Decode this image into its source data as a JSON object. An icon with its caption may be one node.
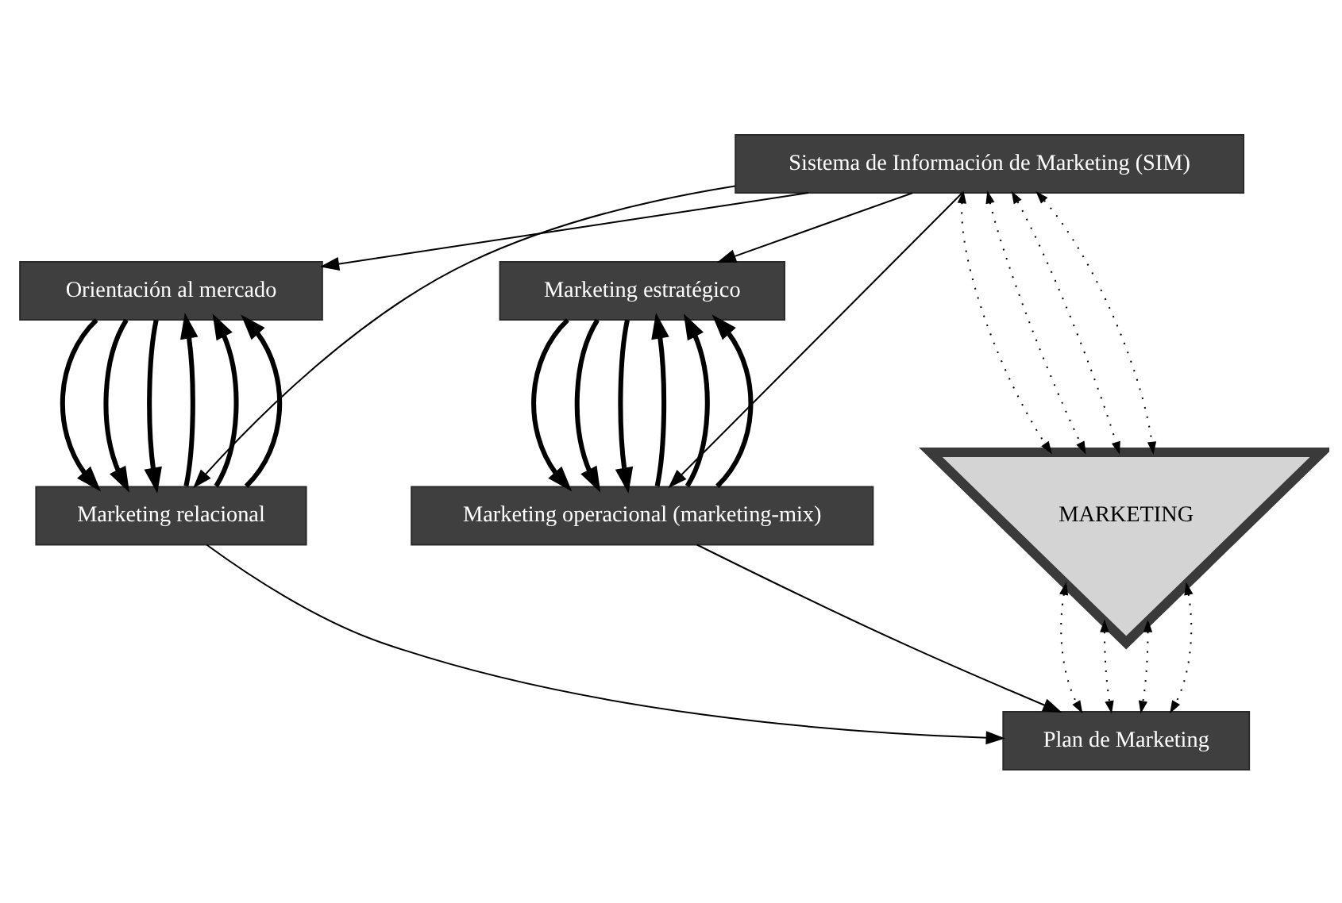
{
  "diagram": {
    "nodes": [
      {
        "text": [
          "Sistema de Información de Marketing (SIM)"
        ]
      },
      {
        "text": [
          "Orientación al mercado"
        ]
      },
      {
        "text": [
          "Marketing estratégico"
        ]
      },
      {
        "text": [
          "Marketing relacional"
        ]
      },
      {
        "text": [
          "Marketing operacional (marketing-mix)"
        ]
      },
      {
        "text": [
          "MARKETING"
        ]
      },
      {
        "text": [
          "Plan de Marketing"
        ]
      }
    ],
    "edges": [
      {
        "from": 0,
        "to": 1,
        "arrow": "to"
      },
      {
        "from": 0,
        "to": 2,
        "arrow": "to"
      },
      {
        "from": 0,
        "to": 3,
        "arrow": "to"
      },
      {
        "from": 0,
        "to": 4,
        "arrow": "to"
      },
      {
        "from": 1,
        "to": 3,
        "arrow": "to",
        "style": "thick"
      },
      {
        "from": 1,
        "to": 3,
        "arrow": "to",
        "style": "thick"
      },
      {
        "from": 1,
        "to": 3,
        "arrow": "to",
        "style": "thick"
      },
      {
        "from": 3,
        "to": 1,
        "arrow": "to",
        "style": "thick"
      },
      {
        "from": 3,
        "to": 1,
        "arrow": "to",
        "style": "thick"
      },
      {
        "from": 3,
        "to": 1,
        "arrow": "to",
        "style": "thick"
      },
      {
        "from": 2,
        "to": 4,
        "arrow": "to",
        "style": "thick"
      },
      {
        "from": 2,
        "to": 4,
        "arrow": "to",
        "style": "thick"
      },
      {
        "from": 2,
        "to": 4,
        "arrow": "to",
        "style": "thick"
      },
      {
        "from": 4,
        "to": 2,
        "arrow": "to",
        "style": "thick"
      },
      {
        "from": 4,
        "to": 2,
        "arrow": "to",
        "style": "thick"
      },
      {
        "from": 4,
        "to": 2,
        "arrow": "to",
        "style": "thick"
      },
      {
        "from": 0,
        "to": 5,
        "arrow": "both",
        "style": "dashed"
      },
      {
        "from": 0,
        "to": 5,
        "arrow": "both",
        "style": "dashed"
      },
      {
        "from": 0,
        "to": 5,
        "arrow": "both",
        "style": "dashed"
      },
      {
        "from": 0,
        "to": 5,
        "arrow": "both",
        "style": "dashed"
      },
      {
        "from": 5,
        "to": 6,
        "arrow": "both",
        "style": "dashed"
      },
      {
        "from": 5,
        "to": 6,
        "arrow": "both",
        "style": "dashed"
      },
      {
        "from": 5,
        "to": 6,
        "arrow": "both",
        "style": "dashed"
      },
      {
        "from": 5,
        "to": 6,
        "arrow": "both",
        "style": "dashed"
      },
      {
        "from": 3,
        "to": 6,
        "arrow": "to"
      },
      {
        "from": 4,
        "to": 6,
        "arrow": "to"
      }
    ]
  }
}
